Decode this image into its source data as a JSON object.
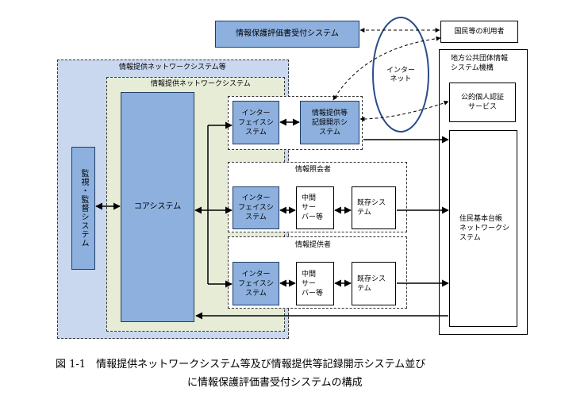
{
  "assessment_system": "情報保護評価書受付システム",
  "citizen": "国民等の利用者",
  "internet": "インター\nネット",
  "network_group": "情報提供ネットワークシステム等",
  "network_system": "情報提供ネットワークシステム",
  "monitoring": "監視・監督システム",
  "core": "コアシステム",
  "interface_top": "インター\nフェイスシ\nステム",
  "disclosure": "情報提供等\n記録開示シ\nステム",
  "inquirer": {
    "title": "情報照会者",
    "interface": "インター\nフェイスシ\nステム",
    "middle": "中間\nサー\nバー等",
    "existing": "既存シス\nテム"
  },
  "provider": {
    "title": "情報提供者",
    "interface": "インター\nフェイスシ\nステム",
    "middle": "中間\nサー\nバー等",
    "existing": "既存シス\nテム"
  },
  "local_gov": "地方公共団体情報\nシステム機構",
  "public_auth": "公的個人認証\nサービス",
  "juki": "住民基本台帳\nネットワークシ\nステム",
  "caption_line1": "図 1-1　情報提供ネットワークシステム等及び情報提供等記録開示システム並び",
  "caption_line2": "に情報保護評価書受付システムの構成"
}
